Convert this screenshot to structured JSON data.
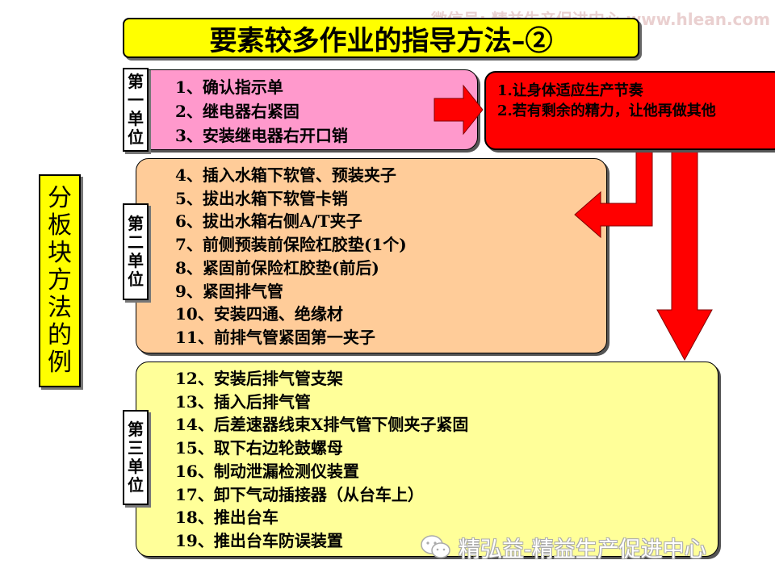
{
  "title": "要素较多作业的指导方法–②",
  "side_label": [
    "分",
    "板",
    "块",
    "方",
    "法",
    "的",
    "例"
  ],
  "units": [
    {
      "chars": [
        "第",
        "一",
        "单",
        "位"
      ]
    },
    {
      "chars": [
        "第",
        "二",
        "单",
        "位"
      ]
    },
    {
      "chars": [
        "第",
        "三",
        "单",
        "位"
      ]
    }
  ],
  "unit1_steps": [
    "1、确认指示单",
    "2、继电器右紧固",
    "3、安装继电器右开口销"
  ],
  "unit2_steps": [
    "4、插入水箱下软管、预装夹子",
    "5、拔出水箱下软管卡销",
    "6、拔出水箱右侧A/T夹子",
    "7、前侧预装前保险杠胶垫(1个)",
    "8、紧固前保险杠胶垫(前后)",
    "9、紧固排气管",
    "10、安装四通、绝缘材",
    "11、前排气管紧固第一夹子"
  ],
  "unit3_steps": [
    "12、安装后排气管支架",
    "13、插入后排气管",
    "14、后差速器线束X排气管下侧夹子紧固",
    "15、取下右边轮鼓螺母",
    "16、制动泄漏检测仪装置",
    "17、卸下气动插接器（从台车上）",
    "18、推出台车",
    "19、推出台车防误装置"
  ],
  "guidance": [
    "1.让身体适应生产节奏",
    "2.若有剩余的精力，让他再做其他"
  ],
  "watermark_top": "微信号: 精益生产促进中心 www.hlean.com",
  "watermark_bottom": "精弘益-精益生产促进中心",
  "icons": {
    "wechat": "wechat-icon"
  },
  "colors": {
    "title_bg": "#ffff00",
    "unit1_bg": "#ff99cc",
    "unit2_bg": "#ffcc99",
    "unit3_bg": "#ffff99",
    "guidance_bg": "#ff0000",
    "arrow": "#ff0000"
  }
}
